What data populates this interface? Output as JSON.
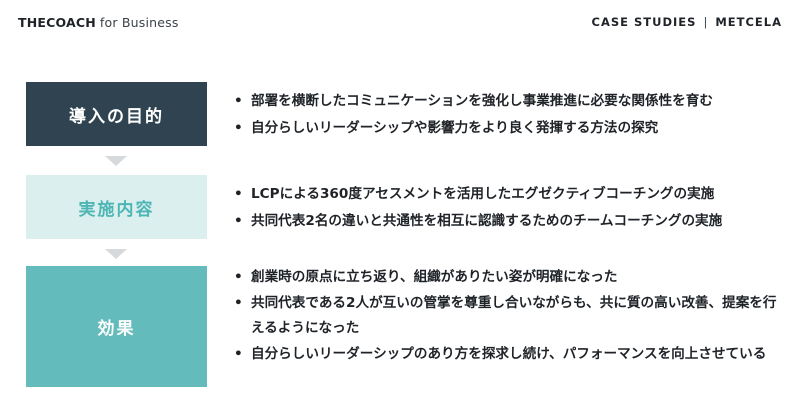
{
  "header": {
    "brand_strong": "THECOACH",
    "brand_light": "for Business",
    "section": "CASE STUDIES",
    "separator": "|",
    "client": "METCELA"
  },
  "sections": [
    {
      "label": "導入の目的",
      "bullets": [
        "部署を横断したコミュニケーションを強化し事業推進に必要な関係性を育む",
        "自分らしいリーダーシップや影響力をより良く発揮する方法の探究"
      ]
    },
    {
      "label": "実施内容",
      "bullets": [
        "LCPによる360度アセスメントを活用したエグゼクティブコーチングの実施",
        "共同代表2名の違いと共通性を相互に認識するためのチームコーチングの実施"
      ]
    },
    {
      "label": "効果",
      "bullets": [
        "創業時の原点に立ち返り、組織がありたい姿が明確になった",
        "共同代表である2人が互いの管掌を尊重し合いながらも、共に質の高い改善、提案を行えるようになった",
        "自分らしいリーダーシップのあり方を探求し続け、パフォーマンスを向上させている"
      ]
    }
  ],
  "bullet_char": "•"
}
